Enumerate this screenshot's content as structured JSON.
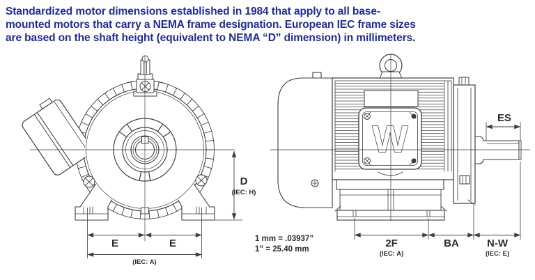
{
  "header": {
    "lines": [
      "Standardized motor dimensions established in 1984 that apply to all base-",
      "mounted motors that carry a NEMA frame designation. European IEC frame sizes",
      "are based on the shaft height (equivalent to NEMA “D” dimension) in millimeters."
    ]
  },
  "front_view": {
    "dim_d": "D",
    "dim_d_iec": "(IEC: H)",
    "dim_e_left": "E",
    "dim_e_right": "E",
    "dim_e_iec": "(IEC: A)"
  },
  "side_view": {
    "logo_letter": "W",
    "dim_es": "ES",
    "dim_2f": "2F",
    "dim_2f_iec": "(IEC: A)",
    "dim_ba": "BA",
    "dim_nw": "N-W",
    "dim_nw_iec": "(IEC: E)"
  },
  "scale_note": {
    "line1": "1 mm = .03937”",
    "line2": "1” = 25.40 mm"
  },
  "colors": {
    "header_text": "#1e2c9e",
    "line_art": "#3d3d3d",
    "dimension_text": "#2b2b2b",
    "background": "#ffffff"
  }
}
